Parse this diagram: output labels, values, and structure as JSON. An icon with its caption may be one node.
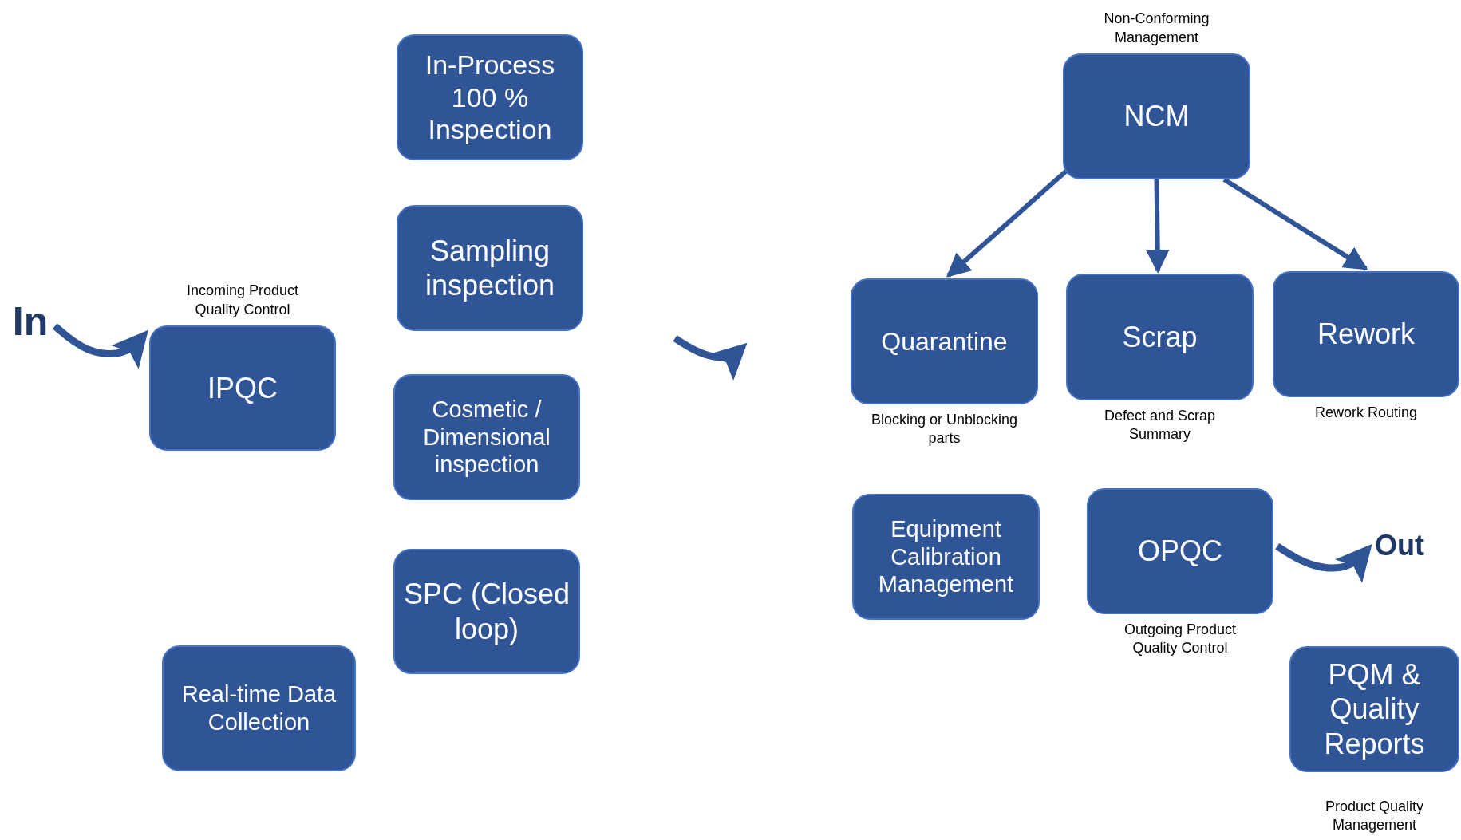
{
  "diagram": {
    "nodes": [
      {
        "text": [
          "In"
        ]
      },
      {
        "text": [
          "IPQC"
        ],
        "beside": [
          "Incoming Product Quality Control"
        ]
      },
      {
        "text": [
          "In-Process 100 % Inspection"
        ]
      },
      {
        "text": [
          "Sampling inspection"
        ]
      },
      {
        "text": [
          "Cosmetic / Dimensional inspection"
        ]
      },
      {
        "text": [
          "SPC (Closed loop)"
        ]
      },
      {
        "text": [
          "Real-time Data Collection"
        ]
      },
      {
        "text": [
          "NCM"
        ],
        "beside": [
          "Non-Conforming Management"
        ]
      },
      {
        "text": [
          "Quarantine"
        ],
        "beside": [
          "Blocking or Unblocking parts"
        ]
      },
      {
        "text": [
          "Scrap"
        ],
        "beside": [
          "Defect and Scrap Summary"
        ]
      },
      {
        "text": [
          "Rework"
        ],
        "beside": [
          "Rework Routing"
        ]
      },
      {
        "text": [
          "Equipment Calibration Management"
        ]
      },
      {
        "text": [
          "OPQC"
        ],
        "beside": [
          "Outgoing Product Quality Control"
        ]
      },
      {
        "text": [
          "Out"
        ]
      },
      {
        "text": [
          "PQM & Quality Reports"
        ],
        "beside": [
          "Product Quality Management"
        ]
      }
    ],
    "edges": [
      {
        "from": 0,
        "to": 1,
        "arrow": "to"
      },
      {
        "from": 7,
        "to": 8,
        "arrow": "to"
      },
      {
        "from": 7,
        "to": 9,
        "arrow": "to"
      },
      {
        "from": 7,
        "to": 10,
        "arrow": "to"
      },
      {
        "from": 12,
        "to": 13,
        "arrow": "to"
      }
    ]
  }
}
